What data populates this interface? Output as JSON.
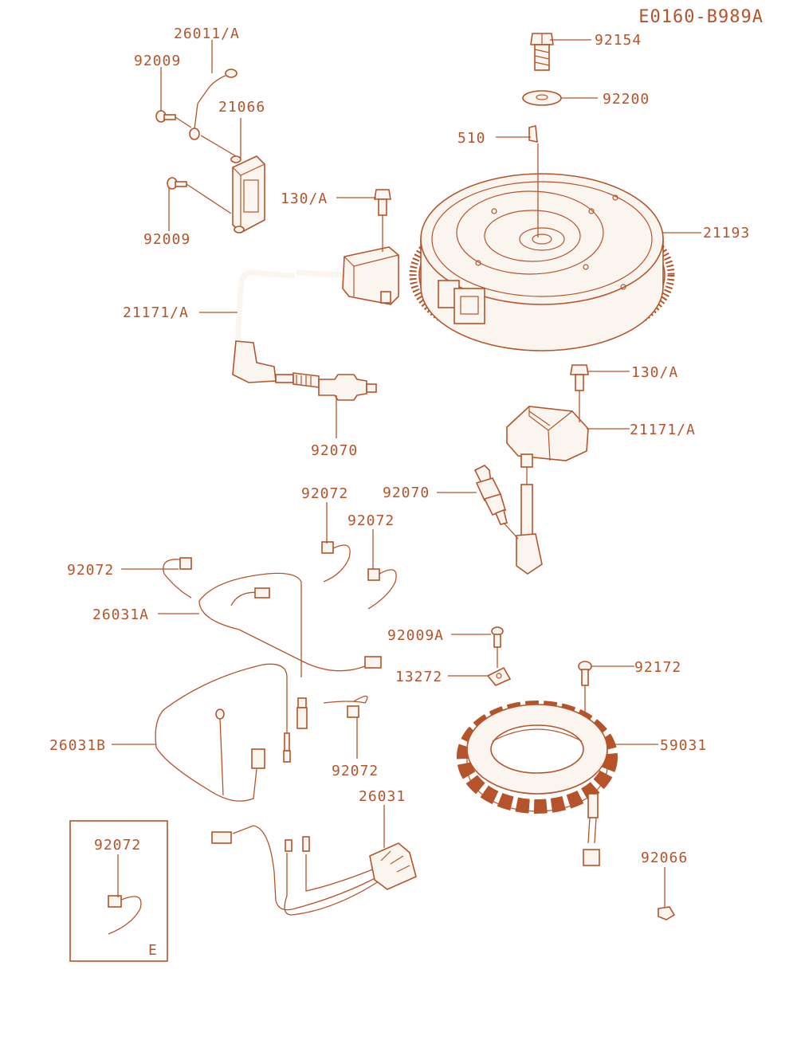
{
  "diagram_code": "E0160-B989A",
  "colors": {
    "ink": "#b5542a",
    "part_fill": "#fbf5ef",
    "background": "#ffffff"
  },
  "labels": {
    "p26011A": "26011/A",
    "p92009_top": "92009",
    "p21066": "21066",
    "p92009_bot": "92009",
    "p92154": "92154",
    "p92200": "92200",
    "p510": "510",
    "p130A_top": "130/A",
    "p21193": "21193",
    "p21171A_left": "21171/A",
    "p130A_mid": "130/A",
    "p21171A_right": "21171/A",
    "p92070_left": "92070",
    "p92072_a": "92072",
    "p92070_right": "92070",
    "p92072_b": "92072",
    "p92072_c": "92072",
    "p26031A": "26031A",
    "p92009A": "92009A",
    "p13272": "13272",
    "p92172": "92172",
    "p26031B": "26031B",
    "p59031": "59031",
    "p92072_d": "92072",
    "p26031": "26031",
    "p92072_box": "92072",
    "p92066": "92066",
    "box_variant": "E"
  }
}
